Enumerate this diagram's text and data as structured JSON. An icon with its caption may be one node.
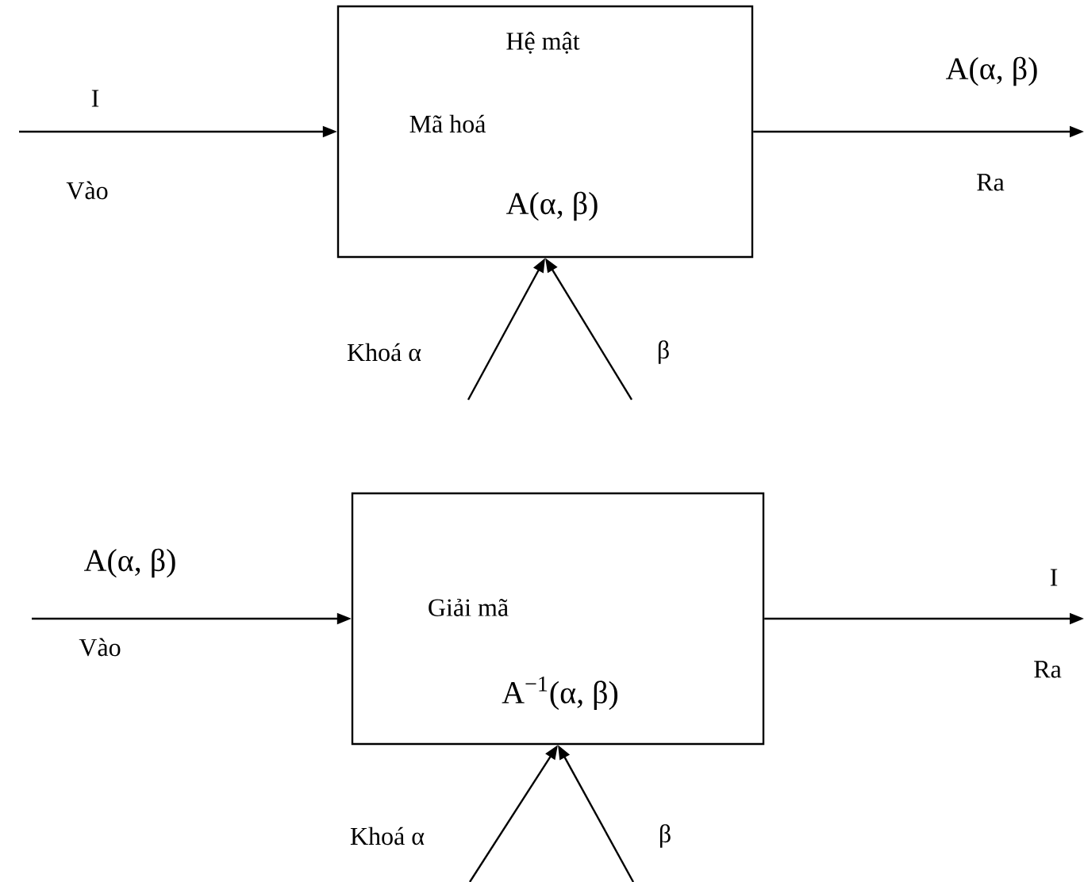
{
  "diagram": {
    "nodes": [
      {
        "text": [
          "Hệ mật",
          "Mã hoá",
          "A(α, β)"
        ]
      },
      {
        "text": [
          "Giải mã",
          "A$^{−1}$(α, β)"
        ]
      }
    ],
    "edges": [
      {
        "from": null,
        "to": 0,
        "arrow": "to",
        "label": "I"
      },
      {
        "from": 0,
        "to": null,
        "arrow": "to",
        "label": "A(α, β)"
      },
      {
        "from": null,
        "to": 0,
        "arrow": "to",
        "label": "Khoá α"
      },
      {
        "from": null,
        "to": 0,
        "arrow": "to",
        "label": "β"
      },
      {
        "from": null,
        "to": 1,
        "arrow": "to",
        "label": "A(α, β)"
      },
      {
        "from": 1,
        "to": null,
        "arrow": "to",
        "label": "I"
      },
      {
        "from": null,
        "to": 1,
        "arrow": "to",
        "label": "Khoá α"
      },
      {
        "from": null,
        "to": 1,
        "arrow": "to",
        "label": "β"
      }
    ],
    "labels": [
      "Vào",
      "Ra",
      "Vào",
      "Ra"
    ]
  }
}
